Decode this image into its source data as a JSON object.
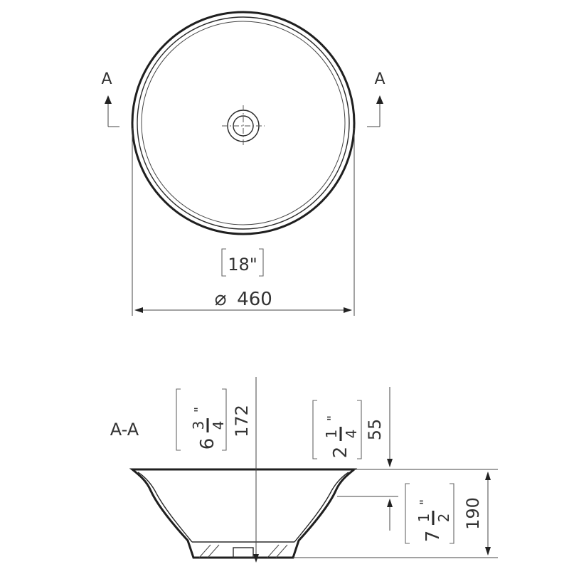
{
  "section_markers": {
    "left": "A",
    "right": "A"
  },
  "top_view": {
    "diameter_inch": "18\"",
    "diameter_symbol": "⌀",
    "diameter_mm": "460"
  },
  "section_view": {
    "label": "A-A",
    "overall_height": {
      "whole": "6",
      "num": "3",
      "den": "4",
      "inch": "\"",
      "mm": "172"
    },
    "rim_depth": {
      "whole": "2",
      "num": "1",
      "den": "4",
      "inch": "\"",
      "mm": "55"
    },
    "right_height": {
      "whole": "7",
      "num": "1",
      "den": "2",
      "inch": "\"",
      "mm": "190"
    }
  }
}
